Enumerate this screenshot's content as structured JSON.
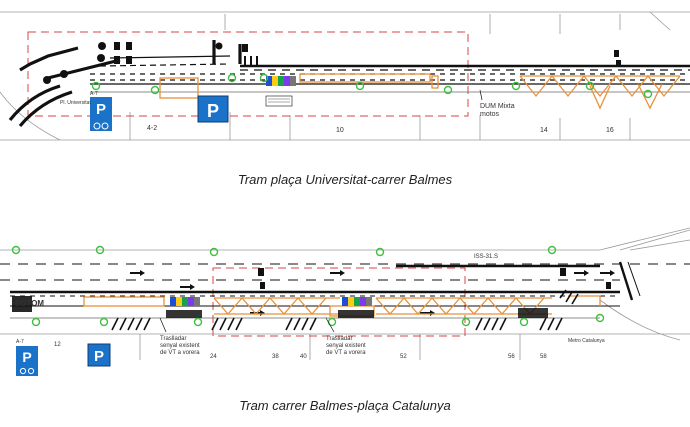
{
  "captions": {
    "top": "Tram plaça Universitat-carrer Balmes",
    "bottom": "Tram carrer Balmes-plaça Catalunya"
  },
  "plan_top": {
    "street_name": "Pl. Universitat",
    "label_dum": "DUM Mixta",
    "label_motos": "motos",
    "parking_symbol": "P",
    "bike_sign_label": "A-7",
    "numbers": [
      "4-2",
      "10",
      "14",
      "16"
    ]
  },
  "plan_bottom": {
    "street_name": "ISS-31.S",
    "motos_marking": "MOTOS",
    "parking_symbol": "P",
    "bike_sign_label": "A-7",
    "note_line1": "Traslladar",
    "note_line2": "senyal existent",
    "note_line3": "de VT a vorera",
    "metro_label": "Metro Catalunya",
    "numbers": [
      "12",
      "24",
      "38",
      "40",
      "52",
      "56",
      "58"
    ]
  },
  "colors": {
    "construction_zone": "#d64545",
    "bike_lane": "#e8913a",
    "parking_sign": "#1a73c9",
    "signal_circle": "#3fbf3f",
    "line_ink": "#111111",
    "base_plan": "#9a9a9a"
  }
}
